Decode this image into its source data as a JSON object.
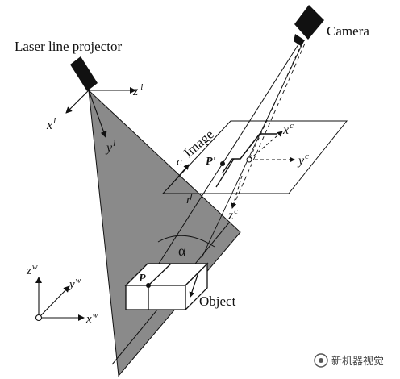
{
  "labels": {
    "laser_projector": "Laser line projector",
    "camera": "Camera",
    "image": "Image",
    "object": "Object",
    "alpha": "α",
    "point_p": "P",
    "point_p_prime": "P'",
    "c_axis": "c",
    "r_axis": "r"
  },
  "laser_axes": {
    "x": "x",
    "x_sup": "l",
    "y": "y",
    "y_sup": "l",
    "z": "z",
    "z_sup": "l"
  },
  "camera_axes": {
    "x": "x",
    "x_sup": "c",
    "y": "y",
    "y_sup": "c",
    "z": "z",
    "z_sup": "c"
  },
  "world_axes": {
    "x": "x",
    "x_sup": "w",
    "y": "y",
    "y_sup": "w",
    "z": "z",
    "z_sup": "w"
  },
  "watermark": {
    "text": "新机器视觉"
  },
  "colors": {
    "laser_plane": "#8a8a8a",
    "stroke": "#111111",
    "object_face": "#ffffff"
  }
}
